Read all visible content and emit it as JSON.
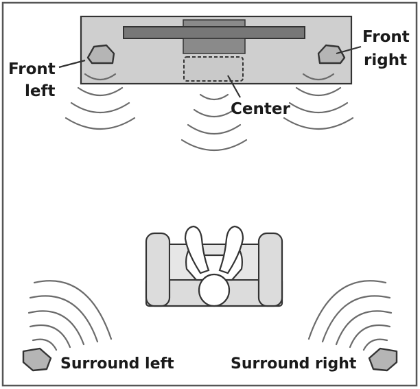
{
  "labels": {
    "front_left": [
      "Front",
      "left"
    ],
    "front_right": [
      "Front",
      "right"
    ],
    "center": "Center",
    "surround_left": "Surround left",
    "surround_right": "Surround right"
  },
  "colors": {
    "background": "#ffffff",
    "cabinet": "#cfcfcf",
    "tv": "#777777",
    "speaker": "#b5b5b5",
    "sofa": "#dcdcdc",
    "outline": "#333333",
    "wave": "#6b6b6b"
  }
}
